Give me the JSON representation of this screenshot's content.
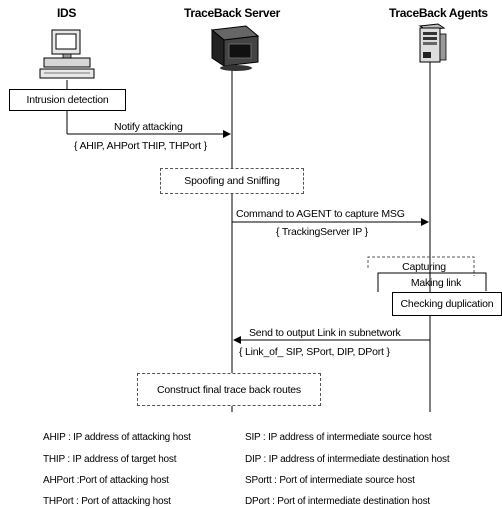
{
  "headers": {
    "ids": "IDS",
    "server": "TraceBack Server",
    "agents": "TraceBack Agents"
  },
  "boxes": {
    "intrusion": "Intrusion detection",
    "spoofing": "Spoofing and Sniffing",
    "capturing": "Capturing",
    "making_link": "Making  link",
    "checking": "Checking duplication",
    "construct": "Construct final trace back routes"
  },
  "messages": {
    "notify": "Notify attacking",
    "notify_params": "{ AHIP, AHPort THIP, THPort }",
    "command": "Command to AGENT to capture MSG",
    "command_params": "{ TrackingServer IP }",
    "send": "Send to output Link in subnetwork",
    "send_params": "{ Link_of_ SIP, SPort, DIP, DPort }"
  },
  "legend": {
    "left": [
      "AHIP : IP address of attacking host",
      "THIP : IP address of target host",
      "AHPort :Port of attacking host",
      "THPort : Port of attacking host"
    ],
    "right": [
      "SIP : IP address of intermediate source host",
      "DIP : IP address of intermediate destination host",
      "SPortt : Port of intermediate source host",
      "DPort : Port of intermediate destination host"
    ]
  }
}
